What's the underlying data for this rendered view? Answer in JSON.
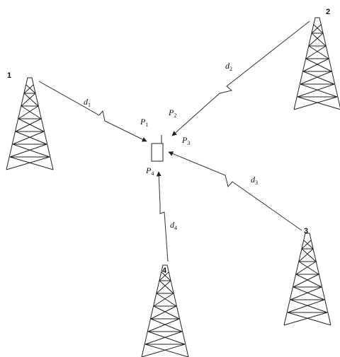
{
  "towers": [
    {
      "number": "1"
    },
    {
      "number": "2"
    },
    {
      "number": "3"
    },
    {
      "number": "4"
    }
  ],
  "distances": [
    {
      "symbol": "d",
      "sub": "1"
    },
    {
      "symbol": "d",
      "sub": "2"
    },
    {
      "symbol": "d",
      "sub": "3"
    },
    {
      "symbol": "d",
      "sub": "4"
    }
  ],
  "powers": [
    {
      "symbol": "P",
      "sub": "1"
    },
    {
      "symbol": "P",
      "sub": "2"
    },
    {
      "symbol": "P",
      "sub": "3"
    },
    {
      "symbol": "P",
      "sub": "4"
    }
  ]
}
